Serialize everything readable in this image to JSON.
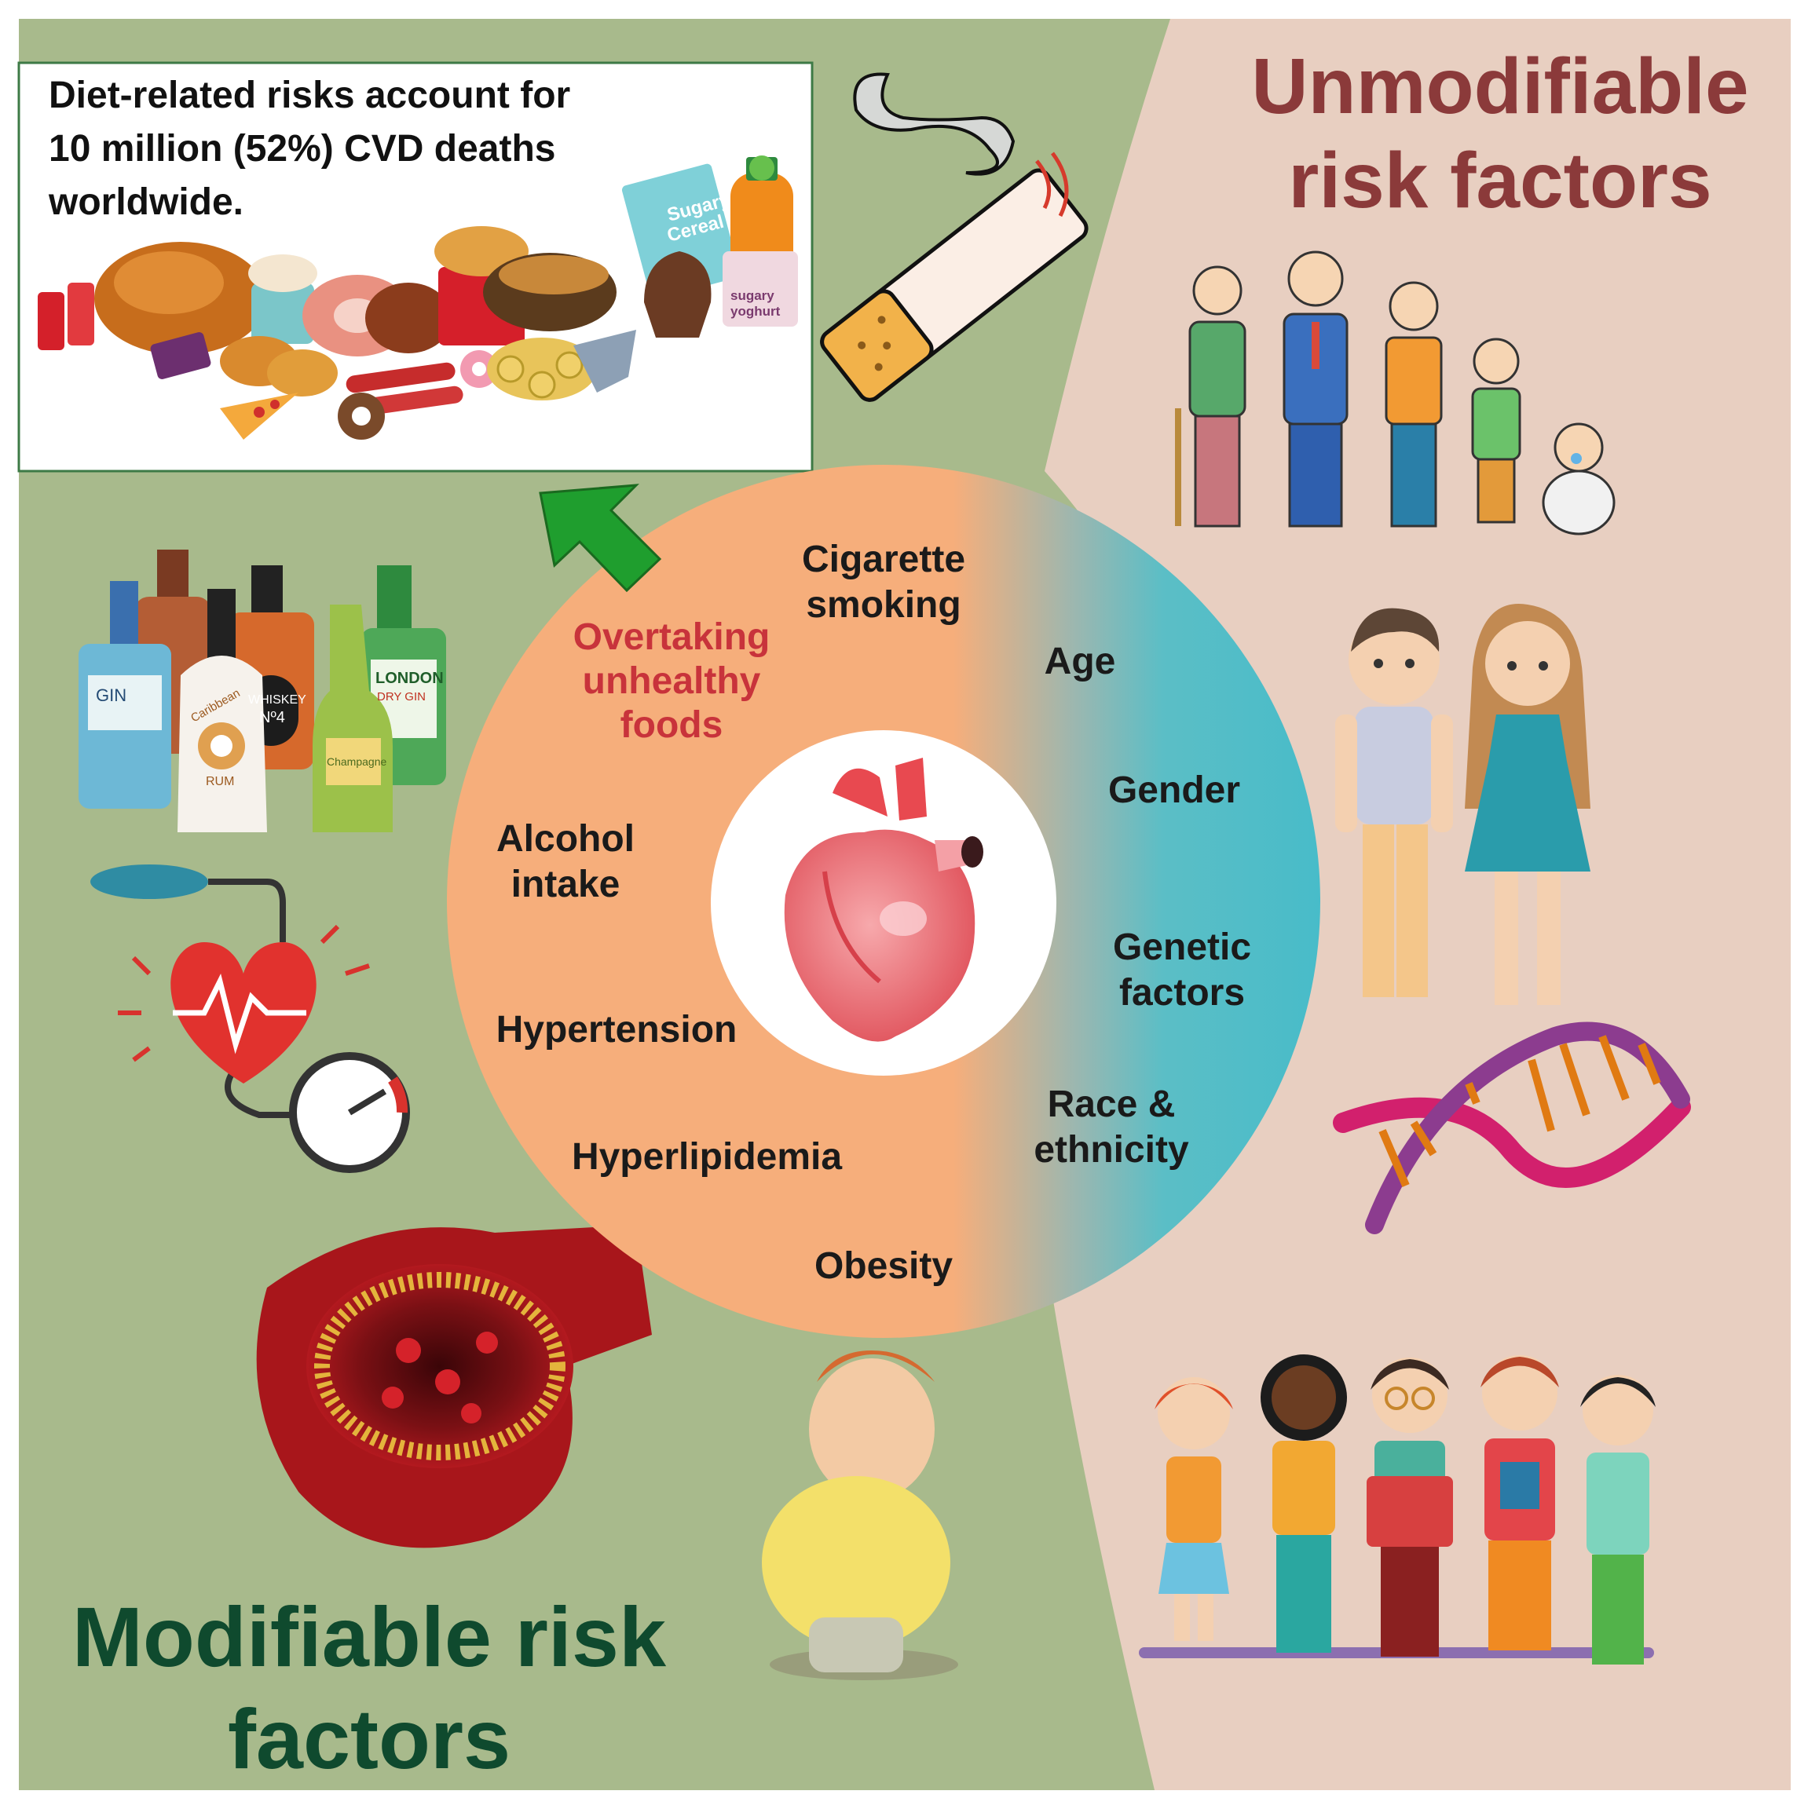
{
  "diet_box": {
    "lines": [
      "Diet-related risks account for",
      "10 million (52%) CVD deaths",
      "worldwide."
    ]
  },
  "unmodifiable": {
    "title_lines": [
      "Unmodifiable",
      "risk factors"
    ]
  },
  "modifiable": {
    "title_lines": [
      "Modifiable risk",
      "factors"
    ]
  },
  "wheel": {
    "modifiable_factors": [
      {
        "lines": [
          "Cigarette",
          "smoking"
        ]
      },
      {
        "lines": [
          "Overtaking",
          "unhealthy",
          "foods"
        ]
      },
      {
        "lines": [
          "Alcohol",
          "intake"
        ]
      },
      {
        "lines": [
          "Hypertension"
        ]
      },
      {
        "lines": [
          "Hyperlipidemia"
        ]
      },
      {
        "lines": [
          "Obesity"
        ]
      }
    ],
    "unmodifiable_factors": [
      {
        "lines": [
          "Age"
        ]
      },
      {
        "lines": [
          "Gender"
        ]
      },
      {
        "lines": [
          "Genetic",
          "factors"
        ]
      },
      {
        "lines": [
          "Race &",
          "ethnicity"
        ]
      }
    ]
  },
  "illustration_labels": {
    "cereal": [
      "Sugary",
      "Cereal"
    ],
    "yoghurt": [
      "sugary",
      "yoghurt"
    ],
    "gin": "GIN",
    "rum": "RUM",
    "caribbean": "Caribbean",
    "whiskey": [
      "WHISKEY",
      "Nº4"
    ],
    "london": [
      "LONDON",
      "DRY GIN"
    ],
    "champagne": "Champagne"
  },
  "colors": {
    "green_bg": "#a8ba8c",
    "pink_bg": "#e8cfc1",
    "wheel_orange": "#f6ae7b",
    "wheel_teal": "#4fbcc8",
    "arrow_green": "#1f9e2e",
    "title_green": "#0f4a2e",
    "title_red": "#8b3a3a",
    "accent_red": "#c8333b"
  }
}
